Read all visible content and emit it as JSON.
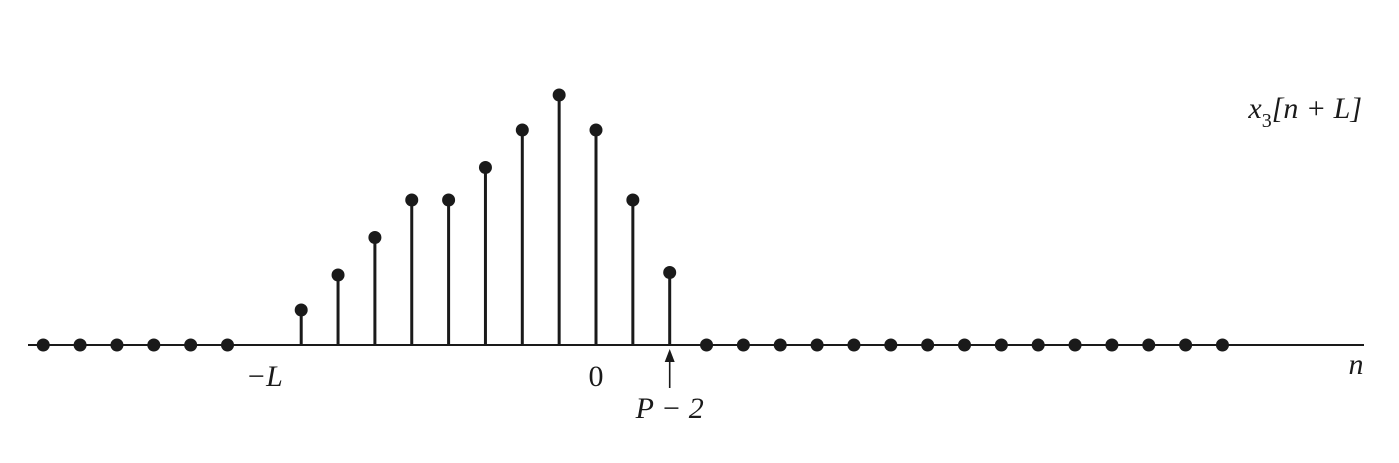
{
  "chart_data": {
    "type": "stem",
    "title": "x3[n + L]",
    "title_parts": {
      "var": "x",
      "sub": "3",
      "rest": "[n + L]"
    },
    "xlabel": "n",
    "ylabel": "",
    "x_range": [
      -15,
      17
    ],
    "samples": [
      {
        "n": -15,
        "y": 0
      },
      {
        "n": -14,
        "y": 0
      },
      {
        "n": -13,
        "y": 0
      },
      {
        "n": -12,
        "y": 0
      },
      {
        "n": -11,
        "y": 0
      },
      {
        "n": -10,
        "y": 0
      },
      {
        "n": -8,
        "y": 0.14
      },
      {
        "n": -7,
        "y": 0.28
      },
      {
        "n": -6,
        "y": 0.43
      },
      {
        "n": -5,
        "y": 0.58
      },
      {
        "n": -4,
        "y": 0.58
      },
      {
        "n": -3,
        "y": 0.71
      },
      {
        "n": -2,
        "y": 0.86
      },
      {
        "n": -1,
        "y": 1.0
      },
      {
        "n": 0,
        "y": 0.86
      },
      {
        "n": 1,
        "y": 0.58
      },
      {
        "n": 2,
        "y": 0.29
      },
      {
        "n": 3,
        "y": 0
      },
      {
        "n": 4,
        "y": 0
      },
      {
        "n": 5,
        "y": 0
      },
      {
        "n": 6,
        "y": 0
      },
      {
        "n": 7,
        "y": 0
      },
      {
        "n": 8,
        "y": 0
      },
      {
        "n": 9,
        "y": 0
      },
      {
        "n": 10,
        "y": 0
      },
      {
        "n": 11,
        "y": 0
      },
      {
        "n": 12,
        "y": 0
      },
      {
        "n": 13,
        "y": 0
      },
      {
        "n": 14,
        "y": 0
      },
      {
        "n": 15,
        "y": 0
      },
      {
        "n": 16,
        "y": 0
      },
      {
        "n": 17,
        "y": 0
      }
    ],
    "tick_labels": [
      {
        "n": -9,
        "text": "−L"
      },
      {
        "n": 0,
        "text": "0"
      }
    ],
    "annotation": {
      "n": 2,
      "text": "P − 2",
      "arrow": "up"
    }
  }
}
